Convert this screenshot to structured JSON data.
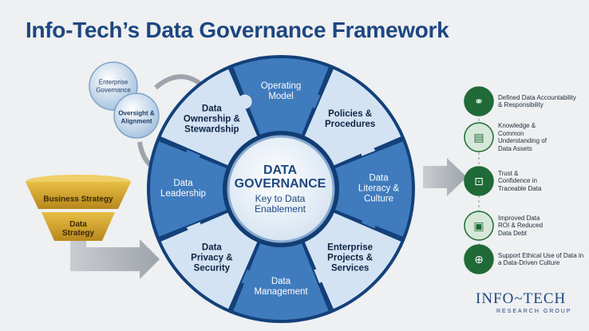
{
  "title": "Info-Tech’s Data Governance Framework",
  "center": {
    "title": "DATA\nGOVERNANCE",
    "subtitle": "Key to Data\nEnablement"
  },
  "wheel_segments": [
    {
      "label": "Operating\nModel",
      "style": "light"
    },
    {
      "label": "Policies &\nProcedures",
      "style": "dark"
    },
    {
      "label": "Data\nLiteracy &\nCulture",
      "style": "light"
    },
    {
      "label": "Enterprise\nProjects &\nServices",
      "style": "dark"
    },
    {
      "label": "Data\nManagement",
      "style": "light"
    },
    {
      "label": "Data\nPrivacy &\nSecurity",
      "style": "dark"
    },
    {
      "label": "Data\nLeadership",
      "style": "light"
    },
    {
      "label": "Data\nOwnership &\nStewardship",
      "style": "dark"
    }
  ],
  "governance": {
    "enterprise": "Enterprise\nGovernance",
    "oversight": "Oversight &\nAlignment"
  },
  "funnel": {
    "top": "Business Strategy",
    "bottom": "Data\nStrategy"
  },
  "outcomes": [
    {
      "label": "Defined Data Accountability\n& Responsibility",
      "icon": "handshake-icon"
    },
    {
      "label": "Knowledge &\nCommon\nUnderstanding of\nData Assets",
      "icon": "document-search-icon"
    },
    {
      "label": "Trust &\nConfidence in\nTraceable Data",
      "icon": "basket-icon"
    },
    {
      "label": "Improved Data\nROI & Reduced\nData Debt",
      "icon": "secure-card-icon"
    },
    {
      "label": "Support Ethical Use of Data in\na Data-Driven Culture",
      "icon": "globe-icon"
    }
  ],
  "logo": {
    "main": "INFO~TECH",
    "sub": "RESEARCH GROUP"
  },
  "colors": {
    "title": "#1d4781",
    "wheel_light": "#cfe0f0",
    "wheel_mid": "#6e9fcc",
    "wheel_dark": "#1f5496",
    "funnel_gold": "#d3a62d",
    "outcome_green": "#1f6a37",
    "outcome_light": "#d6e8d9"
  }
}
